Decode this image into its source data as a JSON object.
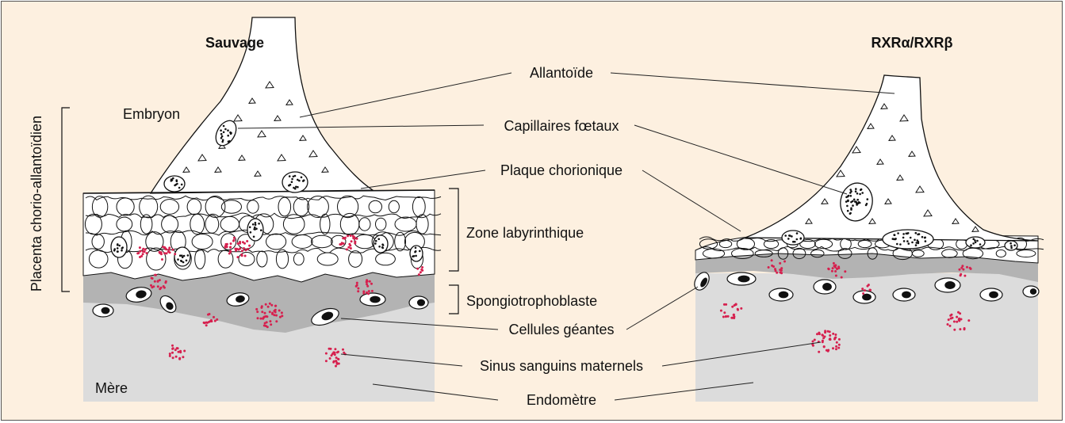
{
  "titles": {
    "left": "Sauvage",
    "right": "RXRα/RXRβ"
  },
  "labels": {
    "side": "Placenta chorio-allantoïdien",
    "embryon": "Embryon",
    "mere": "Mère",
    "allantoide": "Allantoïde",
    "capillaires": "Capillaires fœtaux",
    "plaque": "Plaque chorionique",
    "labyrinthe": "Zone labyrinthique",
    "spongio": "Spongiotrophoblaste",
    "cellules": "Cellules géantes",
    "sinus": "Sinus sanguins maternels",
    "endometre": "Endomètre"
  },
  "colors": {
    "background": "#fdf0e0",
    "endometrium": "#dcdcdc",
    "spongiotrophoblast": "#b3b3b3",
    "blood": "#d6204e",
    "tissue_white": "#ffffff",
    "ink": "#111111"
  }
}
